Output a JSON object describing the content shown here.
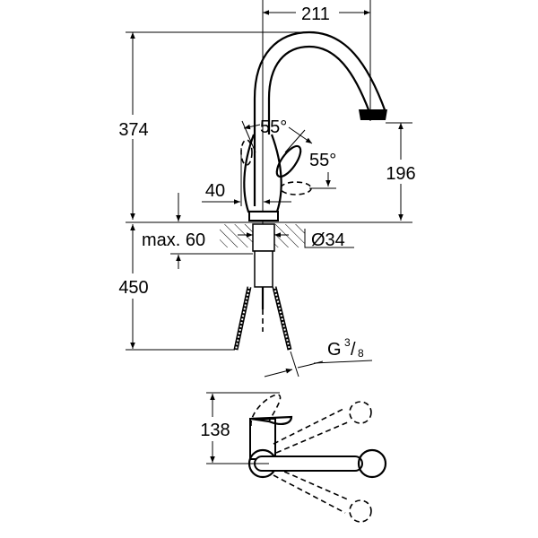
{
  "dimensions": {
    "spout_reach": "211",
    "total_height": "374",
    "spout_outlet_height": "196",
    "lever_angle_side": "55°",
    "lever_angle_front": "55°",
    "body_offset": "40",
    "max_counter_thickness": "max. 60",
    "hole_diameter": "Ø34",
    "hose_length": "450",
    "connection_thread_main": "G",
    "connection_thread_num": "3",
    "connection_thread_den": "8",
    "top_view_depth": "138"
  }
}
